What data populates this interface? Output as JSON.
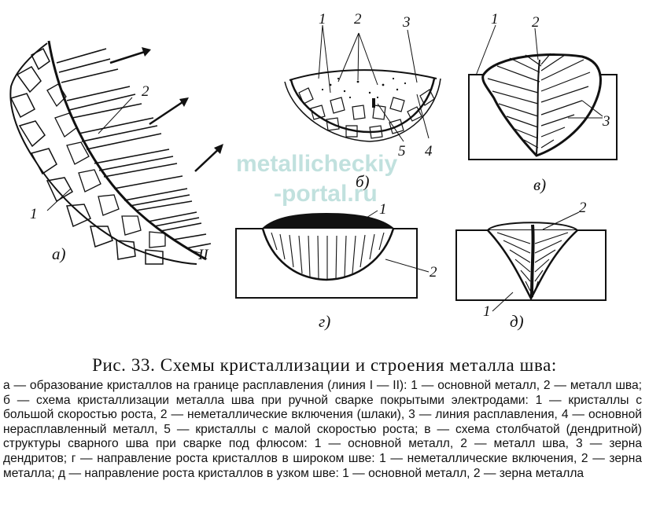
{
  "figure": {
    "panel_labels": [
      "а)",
      "б)",
      "в)",
      "г)",
      "д)"
    ],
    "numbers": {
      "a": [
        "1",
        "2",
        "II"
      ],
      "b": [
        "1",
        "2",
        "3",
        "5",
        "4"
      ],
      "v": [
        "1",
        "2",
        "3"
      ],
      "g": [
        "1",
        "2"
      ],
      "d": [
        "2",
        "1"
      ]
    },
    "watermark": [
      "metallicheckiy",
      "-portal.ru"
    ]
  },
  "caption": {
    "title": "Рис. 33. Схемы кристаллизации и строения металла шва:",
    "body": "а — образование кристаллов на границе расплавления (линия I — II): 1 — основной металл, 2 — металл шва; б — схема кристаллизации металла шва при ручной сварке покрытыми электродами: 1 — кристаллы с большой скоростью роста, 2 — неметаллические включения (шлаки), 3 — линия расплавления, 4 — основной нерасплавленный металл, 5 — кристаллы с малой скоростью роста; в — схема столбчатой (дендритной) структуры сварного шва при сварке под флюсом: 1 — основной металл, 2 — металл шва, 3 — зерна дендритов; г — направление роста кристаллов в широком шве: 1 — неметаллические включения, 2 — зерна металла; д — направление роста кристаллов в узком шве: 1 — основной металл, 2 — зерна металла"
  }
}
